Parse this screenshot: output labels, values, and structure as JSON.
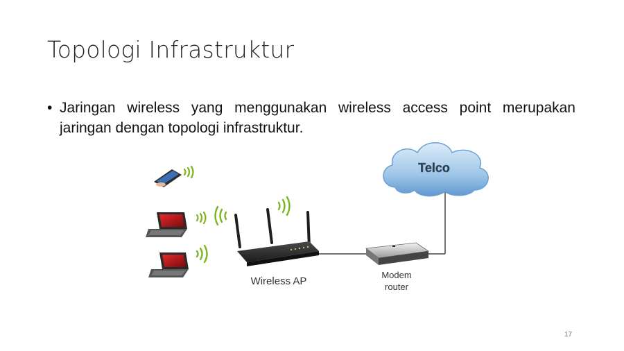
{
  "slide": {
    "title": "Topologi Infrastruktur",
    "bullet": "Jaringan wireless yang menggunakan wireless access point merupakan jaringan dengan topologi infrastruktur.",
    "page_number": "17"
  },
  "diagram": {
    "cloud_label": "Telco",
    "ap_label": "Wireless AP",
    "modem_label_line1": "Modem",
    "modem_label_line2": "router",
    "devices": [
      "tablet-icon",
      "laptop-icon",
      "laptop-icon"
    ],
    "colors": {
      "wifi": "#7ab51d",
      "cloud": "#9fc6e8",
      "cloud_dark": "#4b86c0",
      "laptop_screen": "#c0141b",
      "device_body": "#3a3a3a"
    }
  }
}
